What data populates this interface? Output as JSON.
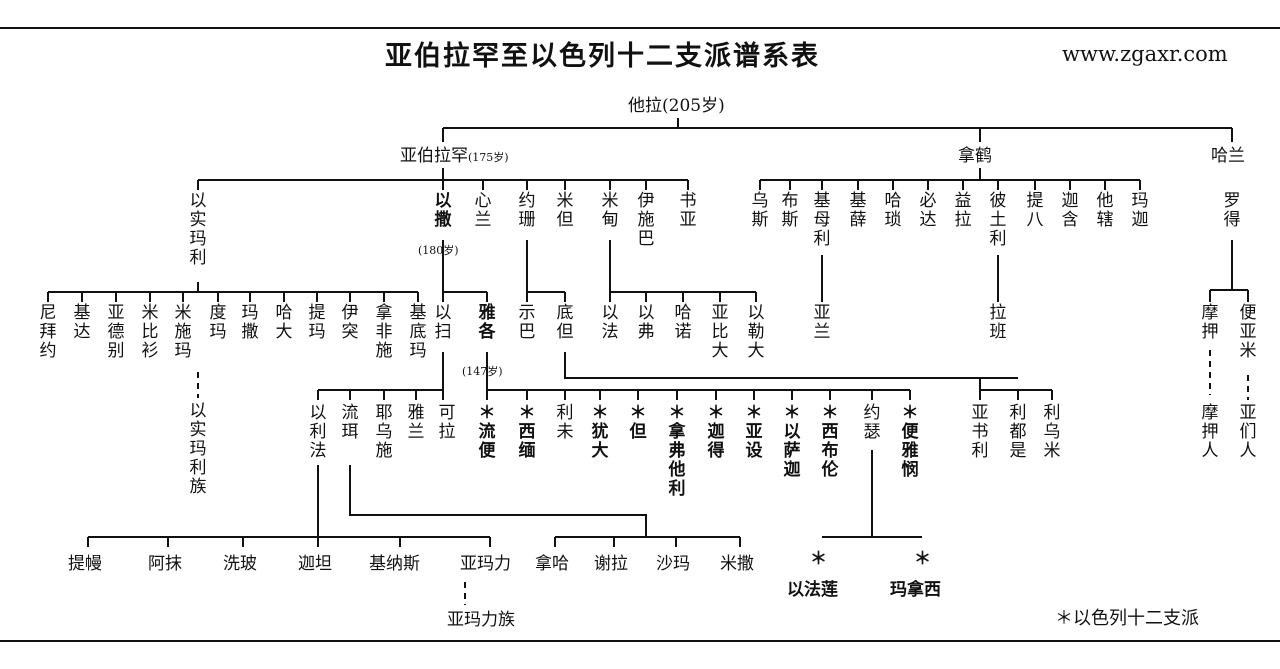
{
  "title": "亚伯拉罕至以色列十二支派谱系表",
  "site": "www.zgaxr.com",
  "legend": "＊以色列十二支派",
  "nodes": {
    "terah": "他拉(205岁)",
    "abraham": "亚伯拉罕",
    "abraham_age": "(175岁)",
    "nahor": "拿鹤",
    "haran": "哈兰",
    "ishmael": "以实玛利",
    "isaac": "以撒",
    "isaac_age": "(180岁)",
    "zimran": "心兰",
    "jokshan": "约珊",
    "medan": "米但",
    "midian": "米甸",
    "ishbak": "伊施巴",
    "shuah": "书亚",
    "uz": "乌斯",
    "buz": "布斯",
    "kemuel": "基母利",
    "chesed": "基薛",
    "hazo": "哈琐",
    "pildash": "必达",
    "jidlaph": "益拉",
    "bethuel": "彼土利",
    "tebah": "提八",
    "gaham": "迦含",
    "tahash": "他辖",
    "maacah": "玛迦",
    "lot": "罗得",
    "nebaioth": "尼拜约",
    "kedar": "基达",
    "adbeel": "亚德别",
    "mibsam": "米比衫",
    "mishma": "米施玛",
    "dumah": "度玛",
    "massa": "玛撒",
    "hadad": "哈大",
    "tema": "提玛",
    "jetur": "伊突",
    "naphish": "拿非施",
    "kedemah": "基底玛",
    "ishmaelites": "以实玛利族",
    "esau": "以扫",
    "jacob": "雅各",
    "jacob_age": "(147岁)",
    "sheba": "示巴",
    "dedan": "底但",
    "ephah": "以法",
    "epher": "以弗",
    "hanoch": "哈诺",
    "abida": "亚比大",
    "eldaah": "以勒大",
    "aram": "亚兰",
    "laban": "拉班",
    "moab": "摩押",
    "benammi": "便亚米",
    "moabites": "摩押人",
    "ammonites": "亚们人",
    "eliphaz": "以利法",
    "reuel": "流珥",
    "jeush": "耶乌施",
    "jalam": "雅兰",
    "korah": "可拉",
    "reuben": "＊流便",
    "simeon": "＊西缅",
    "levi": "利未",
    "judah": "＊犹大",
    "dan": "＊但",
    "naphtali": "＊拿弗他利",
    "gad": "＊迦得",
    "asher": "＊亚设",
    "issachar": "＊以萨迦",
    "zebulun": "＊西布伦",
    "joseph": "约瑟",
    "benjamin": "＊便雅悯",
    "asshurim": "亚书利",
    "letushim": "利都是",
    "leummim": "利乌米",
    "teman": "提幔",
    "omar": "阿抹",
    "zepho": "洗玻",
    "gatam": "迦坦",
    "kenaz": "基纳斯",
    "amalek": "亚玛力",
    "amalekites": "亚玛力族",
    "nahath": "拿哈",
    "zerah": "谢拉",
    "shammah": "沙玛",
    "mizzah": "米撒",
    "ephraim": "以法莲",
    "manasseh": "玛拿西",
    "star": "＊"
  },
  "colors": {
    "ink": "#111111"
  }
}
